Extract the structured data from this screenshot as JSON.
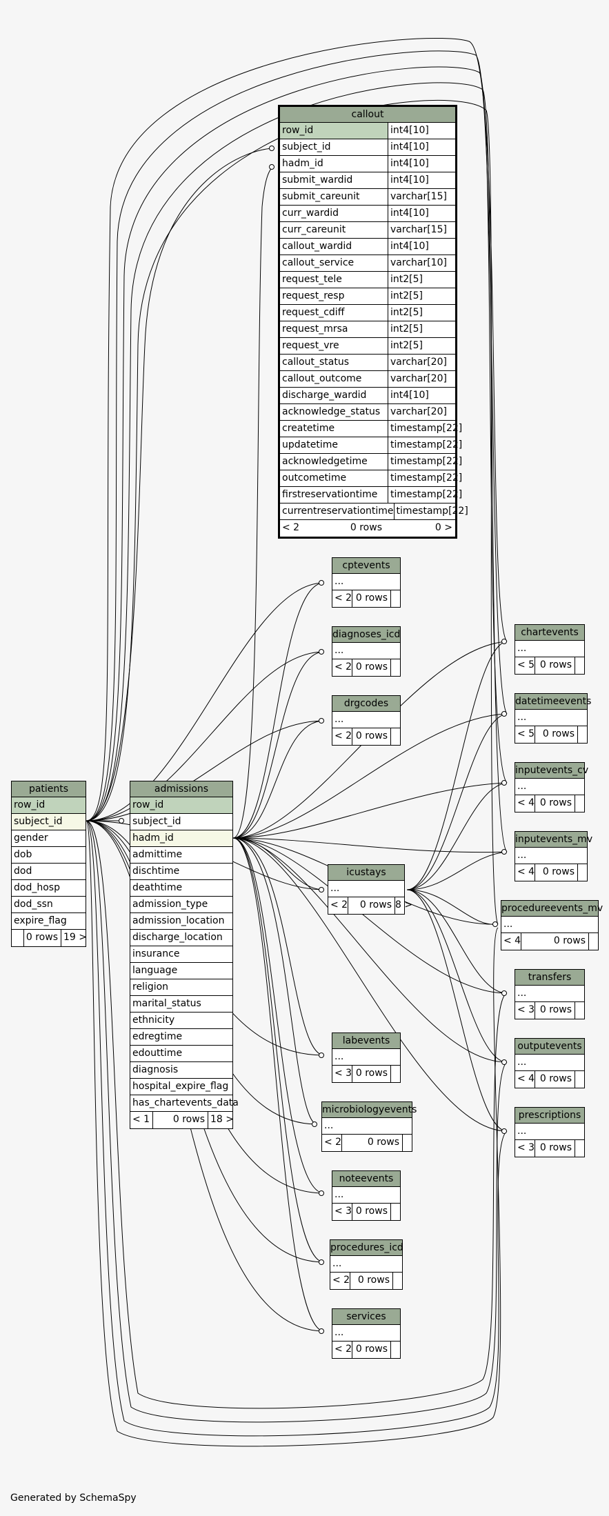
{
  "callout": {
    "name": "callout",
    "columns": [
      [
        "row_id",
        "int4[10]"
      ],
      [
        "subject_id",
        "int4[10]"
      ],
      [
        "hadm_id",
        "int4[10]"
      ],
      [
        "submit_wardid",
        "int4[10]"
      ],
      [
        "submit_careunit",
        "varchar[15]"
      ],
      [
        "curr_wardid",
        "int4[10]"
      ],
      [
        "curr_careunit",
        "varchar[15]"
      ],
      [
        "callout_wardid",
        "int4[10]"
      ],
      [
        "callout_service",
        "varchar[10]"
      ],
      [
        "request_tele",
        "int2[5]"
      ],
      [
        "request_resp",
        "int2[5]"
      ],
      [
        "request_cdiff",
        "int2[5]"
      ],
      [
        "request_mrsa",
        "int2[5]"
      ],
      [
        "request_vre",
        "int2[5]"
      ],
      [
        "callout_status",
        "varchar[20]"
      ],
      [
        "callout_outcome",
        "varchar[20]"
      ],
      [
        "discharge_wardid",
        "int4[10]"
      ],
      [
        "acknowledge_status",
        "varchar[20]"
      ],
      [
        "createtime",
        "timestamp[22]"
      ],
      [
        "updatetime",
        "timestamp[22]"
      ],
      [
        "acknowledgetime",
        "timestamp[22]"
      ],
      [
        "outcometime",
        "timestamp[22]"
      ],
      [
        "firstreservationtime",
        "timestamp[22]"
      ],
      [
        "currentreservationtime",
        "timestamp[22]"
      ]
    ],
    "foot": [
      "< 2",
      "0 rows",
      "0 >"
    ]
  },
  "patients": {
    "name": "patients",
    "columns": [
      "row_id",
      "subject_id",
      "gender",
      "dob",
      "dod",
      "dod_hosp",
      "dod_ssn",
      "expire_flag"
    ],
    "foot": [
      "",
      "0 rows",
      "19 >"
    ]
  },
  "admissions": {
    "name": "admissions",
    "columns": [
      "row_id",
      "subject_id",
      "hadm_id",
      "admittime",
      "dischtime",
      "deathtime",
      "admission_type",
      "admission_location",
      "discharge_location",
      "insurance",
      "language",
      "religion",
      "marital_status",
      "ethnicity",
      "edregtime",
      "edouttime",
      "diagnosis",
      "hospital_expire_flag",
      "has_chartevents_data"
    ],
    "foot": [
      "< 1",
      "0 rows",
      "18 >"
    ]
  },
  "small_tables": [
    {
      "name": "cptevents",
      "body": "...",
      "foot": [
        "< 2",
        "0 rows",
        ""
      ]
    },
    {
      "name": "diagnoses_icd",
      "body": "...",
      "foot": [
        "< 2",
        "0 rows",
        ""
      ]
    },
    {
      "name": "drgcodes",
      "body": "...",
      "foot": [
        "< 2",
        "0 rows",
        ""
      ]
    },
    {
      "name": "icustays",
      "body": "...",
      "foot": [
        "< 2",
        "0 rows",
        "8 >"
      ]
    },
    {
      "name": "labevents",
      "body": "...",
      "foot": [
        "< 3",
        "0 rows",
        ""
      ]
    },
    {
      "name": "microbiologyevents",
      "body": "...",
      "foot": [
        "< 2",
        "0 rows",
        ""
      ]
    },
    {
      "name": "noteevents",
      "body": "...",
      "foot": [
        "< 3",
        "0 rows",
        ""
      ]
    },
    {
      "name": "procedures_icd",
      "body": "...",
      "foot": [
        "< 2",
        "0 rows",
        ""
      ]
    },
    {
      "name": "services",
      "body": "...",
      "foot": [
        "< 2",
        "0 rows",
        ""
      ]
    },
    {
      "name": "chartevents",
      "body": "...",
      "foot": [
        "< 5",
        "0 rows",
        ""
      ]
    },
    {
      "name": "datetimeevents",
      "body": "...",
      "foot": [
        "< 5",
        "0 rows",
        ""
      ]
    },
    {
      "name": "inputevents_cv",
      "body": "...",
      "foot": [
        "< 4",
        "0 rows",
        ""
      ]
    },
    {
      "name": "inputevents_mv",
      "body": "...",
      "foot": [
        "< 4",
        "0 rows",
        ""
      ]
    },
    {
      "name": "procedureevents_mv",
      "body": "...",
      "foot": [
        "< 4",
        "0 rows",
        ""
      ]
    },
    {
      "name": "transfers",
      "body": "...",
      "foot": [
        "< 3",
        "0 rows",
        ""
      ]
    },
    {
      "name": "outputevents",
      "body": "...",
      "foot": [
        "< 4",
        "0 rows",
        ""
      ]
    },
    {
      "name": "prescriptions",
      "body": "...",
      "foot": [
        "< 3",
        "0 rows",
        ""
      ]
    }
  ],
  "footer": "Generated by SchemaSpy"
}
